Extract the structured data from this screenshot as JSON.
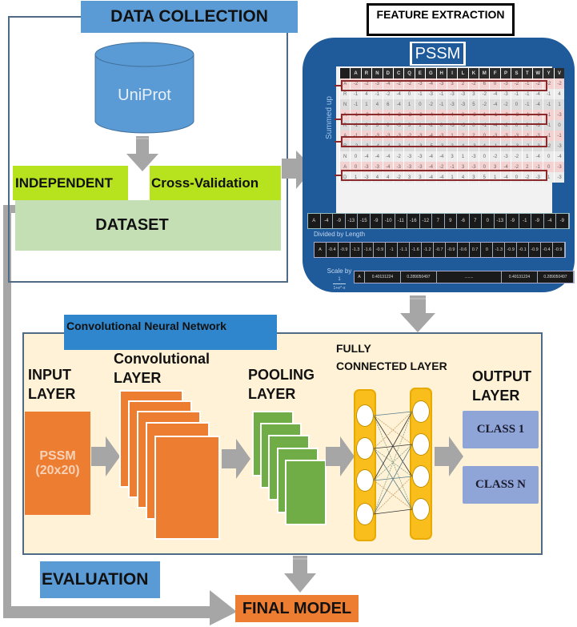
{
  "data_collection": {
    "title": "DATA COLLECTION",
    "source": "UniProt",
    "split_left": "INDEPENDENT",
    "split_right": "Cross-Validation",
    "dataset": "DATASET"
  },
  "feature_extraction": {
    "title": "FEATURE EXTRACTION",
    "pssm_title": "PSSM",
    "summed_label": "Summed up",
    "header": [
      "",
      "A",
      "R",
      "N",
      "D",
      "C",
      "Q",
      "E",
      "G",
      "H",
      "I",
      "L",
      "K",
      "M",
      "F",
      "P",
      "S",
      "T",
      "W",
      "Y",
      "V"
    ],
    "rows": [
      {
        "aa": "A",
        "highlight": true,
        "values": [
          "-2",
          "-2",
          "-3",
          "-4",
          "-2",
          "-2",
          "-3",
          "-4",
          "-3",
          "3",
          "2",
          "-2",
          "6",
          "0",
          "-3",
          "-2",
          "-1",
          "-2",
          "-2",
          "-2"
        ]
      },
      {
        "aa": "R",
        "highlight": false,
        "values": [
          "-1",
          "4",
          "-1",
          "-2",
          "-4",
          "0",
          "-1",
          "-3",
          "-1",
          "-3",
          "-3",
          "3",
          "-2",
          "-4",
          "-3",
          "-1",
          "-1",
          "-4",
          "-1",
          "4"
        ]
      },
      {
        "aa": "N",
        "highlight": false,
        "values": [
          "-1",
          "1",
          "4",
          "6",
          "-4",
          "1",
          "0",
          "-2",
          "-1",
          "-3",
          "-3",
          "5",
          "-2",
          "-4",
          "-2",
          "0",
          "-1",
          "-4",
          "-1",
          "1"
        ]
      },
      {
        "aa": "A",
        "highlight": true,
        "values": [
          "-1",
          "-3",
          "-4",
          "-4",
          "-3",
          "-3",
          "-3",
          "-4",
          "-4",
          "4",
          "2",
          "-3",
          "1",
          "-1",
          "-3",
          "-3",
          "-1",
          "-3",
          "-1",
          "-3"
        ]
      },
      {
        "aa": "R",
        "highlight": false,
        "values": [
          "-1",
          "0",
          "3",
          "6",
          "-3",
          "3",
          "1",
          "-2",
          "0",
          "-3",
          "-3",
          "0",
          "-1",
          "-4",
          "-2",
          "0",
          "2",
          "-3",
          "-1",
          "0"
        ]
      },
      {
        "aa": "A",
        "highlight": true,
        "values": [
          "-1",
          "-1",
          "-3",
          "-3",
          "-3",
          "-2",
          "-3",
          "-4",
          "-3",
          "1",
          "2",
          "2",
          "0",
          "-3",
          "-3",
          "-3",
          "-1",
          "-3",
          "-1",
          "-1"
        ]
      },
      {
        "aa": "R",
        "highlight": false,
        "values": [
          "-2",
          "-3",
          "-4",
          "-4",
          "-3",
          "1",
          "-3",
          "-5",
          "-3",
          "2",
          "4",
          "-3",
          "4",
          "-1",
          "-4",
          "-3",
          "-2",
          "-3",
          "-2",
          "-3"
        ]
      },
      {
        "aa": "N",
        "highlight": false,
        "values": [
          "0",
          "-4",
          "-4",
          "-4",
          "-2",
          "-3",
          "-3",
          "-4",
          "-4",
          "3",
          "1",
          "-3",
          "0",
          "-2",
          "-3",
          "-2",
          "1",
          "-4",
          "0",
          "-4"
        ]
      },
      {
        "aa": "A",
        "highlight": true,
        "values": [
          "0",
          "-3",
          "-3",
          "-4",
          "-3",
          "-3",
          "-3",
          "-4",
          "-2",
          "-1",
          "3",
          "-3",
          "0",
          "3",
          "-4",
          "-2",
          "2",
          "-1",
          "0",
          "-3"
        ]
      },
      {
        "aa": "D",
        "highlight": false,
        "values": [
          "1",
          "-3",
          "4",
          "4",
          "-2",
          "3",
          "3",
          "-4",
          "-4",
          "1",
          "4",
          "3",
          "5",
          "1",
          "-4",
          "0",
          "-2",
          "-3",
          "1",
          "-3"
        ]
      }
    ],
    "summed_row": [
      "A",
      "-4",
      "-9",
      "-13",
      "-15",
      "-9",
      "-10",
      "-11",
      "-16",
      "-12",
      "7",
      "9",
      "-6",
      "7",
      "0",
      "-13",
      "-9",
      "-1",
      "-9",
      "-4",
      "-9"
    ],
    "divided_label": "Divided by Length",
    "divided_row": [
      "A",
      "-0.4",
      "-0.9",
      "-1.3",
      "-1.6",
      "-0.9",
      "-1",
      "-1.1",
      "-1.6",
      "-1.2",
      "-0.7",
      "-0.9",
      "-0.6",
      "0.7",
      "0",
      "-1.3",
      "-0.9",
      "-0.1",
      "-0.9",
      "-0.4",
      "-0.9"
    ],
    "scale_label": "Scale by",
    "scale_formula_num": "1",
    "scale_formula_den": "1+e^-x",
    "scale_row": [
      "A",
      "0.40131224",
      "0.289050497",
      "........",
      "0.40131224",
      "0.289050497"
    ]
  },
  "cnn": {
    "title": "Convolutional Neural Network",
    "input_label": [
      "INPUT",
      "LAYER"
    ],
    "input_box": [
      "PSSM",
      "(20x20)"
    ],
    "conv_label": [
      "Convolutional",
      "LAYER"
    ],
    "pool_label": [
      "POOLING",
      "LAYER"
    ],
    "fc_label": [
      "FULLY",
      "CONNECTED LAYER"
    ],
    "output_label": [
      "OUTPUT",
      "LAYER"
    ],
    "classes": [
      "CLASS 1",
      "CLASS N"
    ]
  },
  "bottom": {
    "evaluation": "EVALUATION",
    "final_model": "FINAL MODEL"
  },
  "colors": {
    "title_blue": "#5b9bd5",
    "cnn_title_blue": "#2f86cd",
    "lime": "#b6e31e",
    "dataset_green": "#c5dfb5",
    "pssm_panel": "#1f5a9a",
    "orange": "#ed7d31",
    "pool_green": "#70ad47",
    "fc_yellow": "#f9bd1c",
    "class_blue": "#8fa5d8",
    "cnn_bg": "#fff2d6",
    "arrow_gray": "#a6a6a6"
  }
}
